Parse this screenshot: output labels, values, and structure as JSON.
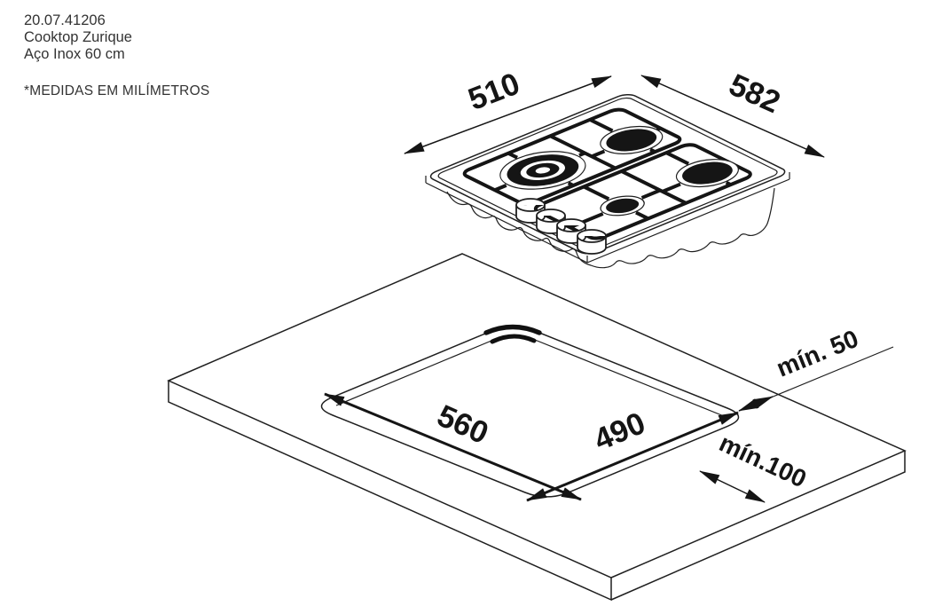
{
  "header": {
    "code": "20.07.41206",
    "product": "Cooktop Zurique",
    "material": "Aço Inox 60 cm",
    "units_note": "*MEDIDAS EM MILÍMETROS"
  },
  "dims": {
    "cooktop_depth": "510",
    "cooktop_width": "582",
    "cutout_width": "560",
    "cutout_depth": "490",
    "side_clearance": "mín. 50",
    "front_clearance": "mín.100"
  },
  "drawing": {
    "description": "Isometric installation diagram: 4-burner gas cooktop above countertop with rounded rectangular cutout",
    "units": "millimeters",
    "colors": {
      "line": "#1f1f1f",
      "background": "#ffffff"
    }
  }
}
